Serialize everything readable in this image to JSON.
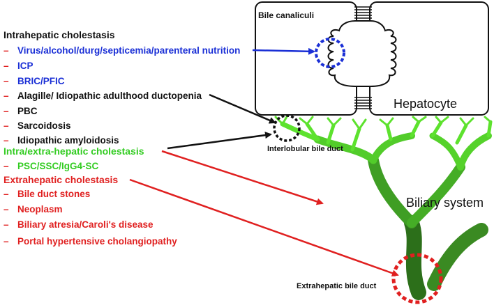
{
  "diagram": {
    "labels": {
      "bile_canaliculi": "Bile canaliculi",
      "hepatocyte": "Hepatocyte",
      "interlobular_bile_duct": "Interlobular bile duct",
      "biliary_system": "Biliary system",
      "extrahepatic_bile_duct": "Extrahepatic bile duct"
    },
    "dash": "–",
    "intrahepatic": {
      "heading": "Intrahepatic cholestasis",
      "items": [
        "Virus/alcohol/durg/septicemia/parenteral nutrition",
        "ICP",
        "BRIC/PFIC",
        "Alagille/ Idiopathic adulthood ductopenia",
        "PBC",
        "Sarcoidosis",
        "Idiopathic amyloidosis"
      ]
    },
    "intra_extra": {
      "heading": "Intra/extra-hepatic cholestasis",
      "items": [
        "PSC/SSC/IgG4-SC"
      ]
    },
    "extrahepatic": {
      "heading": "Extrahepatic cholestasis",
      "items": [
        "Bile duct stones",
        "Neoplasm",
        "Biliary atresia/Caroli's disease",
        "Portal hypertensive cholangiopathy"
      ]
    },
    "colors": {
      "blue": "#1a2fd6",
      "black": "#111111",
      "green": "#33cc22",
      "red": "#e02020",
      "duct_light": "#55dd2a",
      "duct_dark": "#2f7d1c"
    }
  }
}
